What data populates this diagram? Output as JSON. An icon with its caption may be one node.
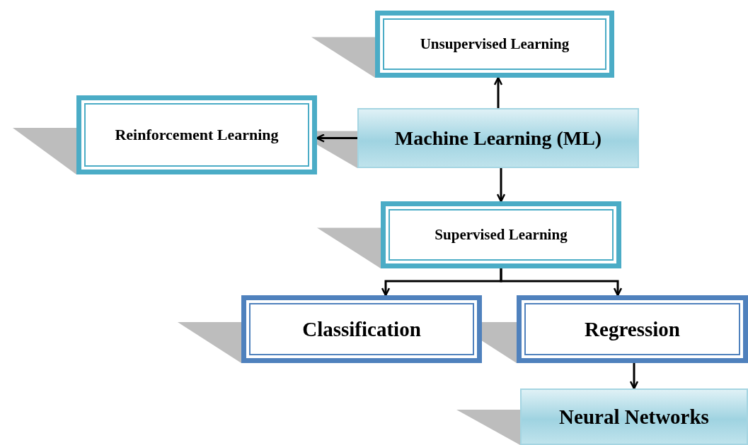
{
  "diagram": {
    "nodes": [
      {
        "text": [
          "Machine Learning (ML)"
        ]
      },
      {
        "text": [
          "Unsupervised Learning"
        ]
      },
      {
        "text": [
          "Reinforcement Learning"
        ]
      },
      {
        "text": [
          "Supervised Learning"
        ]
      },
      {
        "text": [
          "Classification"
        ]
      },
      {
        "text": [
          "Regression"
        ]
      },
      {
        "text": [
          "Neural Networks"
        ]
      }
    ],
    "edges": [
      {
        "from": 0,
        "to": 1,
        "arrow": "to"
      },
      {
        "from": 0,
        "to": 2,
        "arrow": "to"
      },
      {
        "from": 0,
        "to": 3,
        "arrow": "to"
      },
      {
        "from": 3,
        "to": 4,
        "arrow": "to"
      },
      {
        "from": 3,
        "to": 5,
        "arrow": "to"
      },
      {
        "from": 5,
        "to": 6,
        "arrow": "to"
      }
    ]
  }
}
